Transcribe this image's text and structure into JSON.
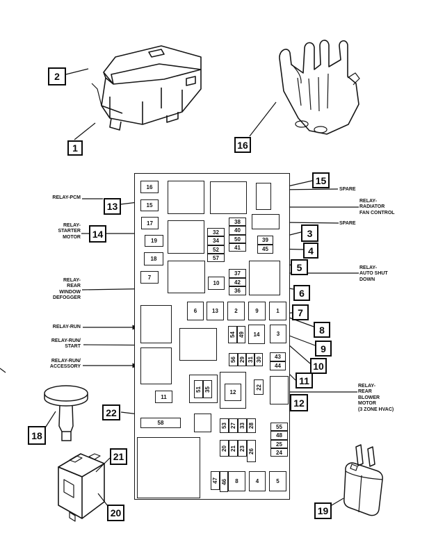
{
  "figure": {
    "background": "#ffffff",
    "line_color": "#111111"
  },
  "callouts": {
    "c1": "1",
    "c2": "2",
    "c3": "3",
    "c4": "4",
    "c5": "5",
    "c6": "6",
    "c7": "7",
    "c8": "8",
    "c9": "9",
    "c10": "10",
    "c11": "11",
    "c12": "12",
    "c13": "13",
    "c14": "14",
    "c15": "15",
    "c16": "16",
    "c18": "18",
    "c19": "19",
    "c20": "20",
    "c21": "21",
    "c22": "22"
  },
  "labels": {
    "relay_pcm": "RELAY-PCM",
    "relay_starter_motor": "RELAY-\nSTARTER\nMOTOR",
    "relay_rear_window_defogger": "RELAY-\nREAR\nWINDOW\nDEFOGGER",
    "relay_run": "RELAY-RUN",
    "relay_run_start": "RELAY-RUN/\nSTART",
    "relay_run_accessory": "RELAY-RUN/\nACCESSORY",
    "spare_top": "SPARE",
    "relay_radiator_fan": "RELAY-\nRADIATOR\nFAN CONTROL",
    "spare_mid": "SPARE",
    "relay_auto_shut_down": "RELAY-\nAUTO SHUT\nDOWN",
    "relay_rear_blower": "RELAY-\nREAR\nBLOWER\nMOTOR\n(3 ZONE HVAC)"
  },
  "fuse_panel": {
    "left_column": [
      "16",
      "15",
      "17",
      "19",
      "18",
      "7"
    ],
    "stack_32": [
      "32",
      "34",
      "52",
      "57"
    ],
    "stack_38": [
      "38",
      "40",
      "50",
      "41"
    ],
    "stack_39": [
      "39",
      "45"
    ],
    "stack_37": [
      "37",
      "42",
      "36"
    ],
    "box_10": "10",
    "relay_row": [
      "6",
      "13",
      "2",
      "9",
      "1"
    ],
    "pair_54": [
      "54",
      "49"
    ],
    "box_14": "14",
    "box_3": "3",
    "quad_56": [
      "56",
      "29",
      "31",
      "30"
    ],
    "stack_43": [
      "43",
      "44"
    ],
    "pair_51": [
      "51",
      "35"
    ],
    "box_12": "12",
    "box_22": "22",
    "box_11": "11",
    "box_58": "58",
    "quad_53": [
      "53",
      "27",
      "33",
      "28"
    ],
    "quad_20": [
      "20",
      "21",
      "23",
      "26"
    ],
    "stack_55": [
      "55",
      "48",
      "25",
      "24"
    ],
    "pair_47": [
      "47",
      "46"
    ],
    "bottom_row": [
      "8",
      "4",
      "5"
    ]
  }
}
